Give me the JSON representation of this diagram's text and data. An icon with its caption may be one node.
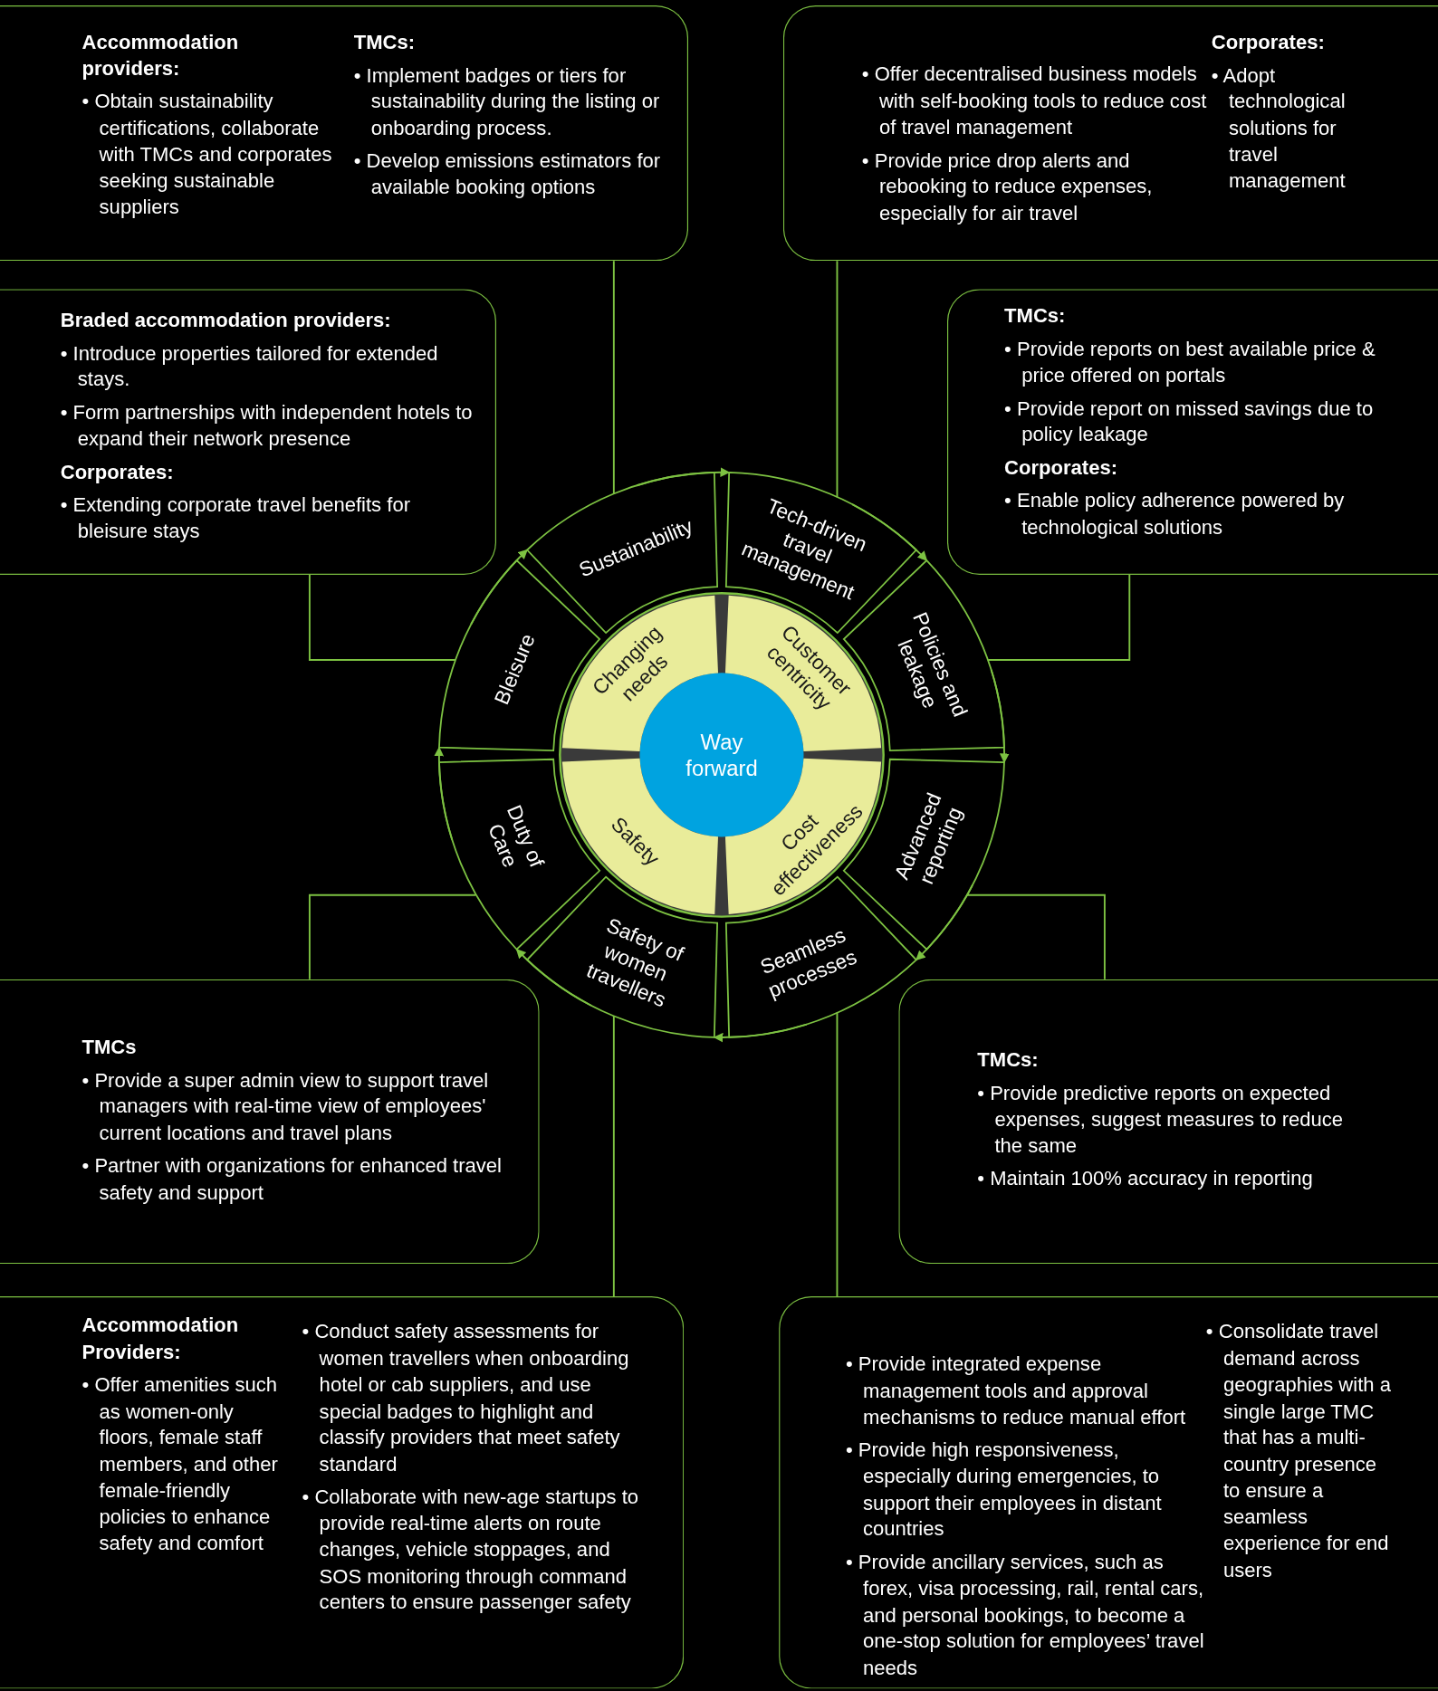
{
  "diagram": {
    "nodes": [
      {
        "text": [
          "Way forward"
        ]
      },
      {
        "text": [
          "Changing needs"
        ]
      },
      {
        "text": [
          "Customer centricity"
        ]
      },
      {
        "text": [
          "Safety"
        ]
      },
      {
        "text": [
          "Cost effectiveness"
        ]
      },
      {
        "text": [
          "Sustainability"
        ]
      },
      {
        "text": [
          "Tech-driven travel management"
        ]
      },
      {
        "text": [
          "Policies and leakage"
        ]
      },
      {
        "text": [
          "Advanced reporting"
        ]
      },
      {
        "text": [
          "Seamless processes"
        ]
      },
      {
        "text": [
          "Safety of women travellers"
        ]
      },
      {
        "text": [
          "Duty of Care"
        ]
      },
      {
        "text": [
          "Bleisure"
        ]
      },
      {
        "text": [
          "Accommodation providers:",
          "• Obtain sustainability certifications, collaborate with TMCs and corporates seeking sustainable suppliers",
          "TMCs:",
          "• Implement badges or tiers for sustainability during the listing or onboarding process.",
          "• Develop emissions estimators for available booking options"
        ]
      },
      {
        "text": [
          "• Offer decentralised business models with self-booking tools to reduce cost of travel management",
          "• Provide price drop alerts and rebooking to reduce expenses, especially for air travel",
          "Corporates:",
          "• Adopt technological solutions for travel management"
        ]
      },
      {
        "text": [
          "Braded accommodation providers:",
          "• Introduce properties tailored for extended stays.",
          "• Form partnerships with independent hotels to expand their network presence",
          "Corporates:",
          "• Extending corporate travel benefits for bleisure stays"
        ]
      },
      {
        "text": [
          "TMCs:",
          "• Provide reports on best available price & price offered on portals",
          "• Provide report on missed savings due to policy leakage",
          "Corporates:",
          "• Enable policy adherence powered by technological solutions"
        ]
      },
      {
        "text": [
          "TMCs",
          "• Provide a super admin view to support travel managers with real-time view of employees' current locations and travel plans",
          "• Partner with organizations for enhanced travel safety and support"
        ]
      },
      {
        "text": [
          "TMCs:",
          "• Provide predictive reports on expected expenses, suggest measures to reduce the same",
          "• Maintain 100% accuracy in reporting"
        ]
      },
      {
        "text": [
          "Accommodation Providers:",
          "• Offer amenities such as women-only floors, female staff members, and other female-friendly policies to enhance safety and comfort",
          "• Conduct safety assessments for women travellers when onboarding hotel or cab suppliers, and use special badges to highlight and classify providers that meet safety standard",
          "• Collaborate with new-age startups to provide real-time alerts on route changes, vehicle stoppages, and SOS monitoring through command centers to ensure passenger safety"
        ]
      },
      {
        "text": [
          "• Provide integrated expense management tools and approval mechanisms to reduce manual effort",
          "• Provide high responsiveness, especially during emergencies, to support their employees in distant countries",
          "• Provide ancillary services, such as forex, visa processing, rail, rental cars, and personal bookings, to become a one-stop solution for employees’ travel needs",
          "• Consolidate travel demand across geographies with a single large TMC that has a multi-country presence to ensure a seamless experience for end users"
        ]
      }
    ],
    "edges": [
      {
        "from": 5,
        "to": 6,
        "arrow": "to"
      },
      {
        "from": 6,
        "to": 7,
        "arrow": "to"
      },
      {
        "from": 7,
        "to": 8,
        "arrow": "to"
      },
      {
        "from": 8,
        "to": 9,
        "arrow": "to"
      },
      {
        "from": 9,
        "to": 10,
        "arrow": "to"
      },
      {
        "from": 10,
        "to": 11,
        "arrow": "to"
      },
      {
        "from": 11,
        "to": 12,
        "arrow": "to"
      },
      {
        "from": 12,
        "to": 5,
        "arrow": "to"
      },
      {
        "from": 13,
        "to": 5,
        "arrow": "none"
      },
      {
        "from": 14,
        "to": 6,
        "arrow": "none"
      },
      {
        "from": 15,
        "to": 12,
        "arrow": "none"
      },
      {
        "from": 16,
        "to": 7,
        "arrow": "none"
      },
      {
        "from": 17,
        "to": 11,
        "arrow": "none"
      },
      {
        "from": 18,
        "to": 8,
        "arrow": "none"
      },
      {
        "from": 19,
        "to": 10,
        "arrow": "none"
      },
      {
        "from": 20,
        "to": 9,
        "arrow": "none"
      }
    ]
  }
}
